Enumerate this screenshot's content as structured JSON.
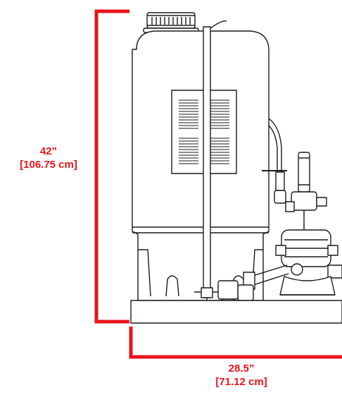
{
  "dimensions": {
    "height": {
      "imperial": "42”",
      "metric": "[106.75 cm]"
    },
    "width": {
      "imperial": "28.5”",
      "metric": "[71.12 cm]"
    }
  },
  "colors": {
    "dimension_line": "#e8141b",
    "outline": "#1a1a1a",
    "background": "#ffffff"
  }
}
